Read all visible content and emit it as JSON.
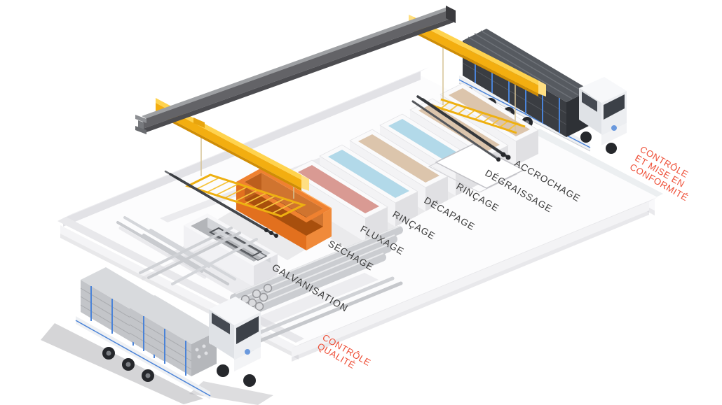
{
  "palette": {
    "background": "#ffffff",
    "label_text": "#3b3b3b",
    "annotation_red": "#ee4d35",
    "crane_yellow": "#f3ae10",
    "crane_yellow_top": "#ffd34e",
    "rail_gray": "#636367",
    "kettle_orange": "#ef8130",
    "kettle_orange_deep": "#a84f0d",
    "liquid_pink": "#d99a93",
    "liquid_blue": "#b2d9e9",
    "liquid_tan": "#dcc5ac",
    "steel_black": "#3d4045",
    "steel_galvanized": "#cbcdd1",
    "truck_blue": "#4a83d8",
    "floor_white": "#fcfcfd",
    "shadow_gray": "#d8d8dc"
  },
  "process": {
    "stations": [
      {
        "id": "accrochage",
        "label": "ACCROCHAGE"
      },
      {
        "id": "degraissage",
        "label": "DÉGRAISSAGE"
      },
      {
        "id": "rincage-1",
        "label": "RINÇAGE"
      },
      {
        "id": "decapage",
        "label": "DÉCAPAGE"
      },
      {
        "id": "rincage-2",
        "label": "RINÇAGE"
      },
      {
        "id": "fluxage",
        "label": "FLUXAGE"
      },
      {
        "id": "sechage",
        "label": "SÉCHAGE"
      },
      {
        "id": "galvanisation",
        "label": "GALVANISATION"
      }
    ]
  },
  "annotations": {
    "conformite": {
      "lines": [
        "CONTRÔLE",
        "ET MISE EN",
        "CONFORMITÉ"
      ]
    },
    "qualite": {
      "lines": [
        "CONTRÔLE",
        "QUALITÉ"
      ]
    }
  }
}
